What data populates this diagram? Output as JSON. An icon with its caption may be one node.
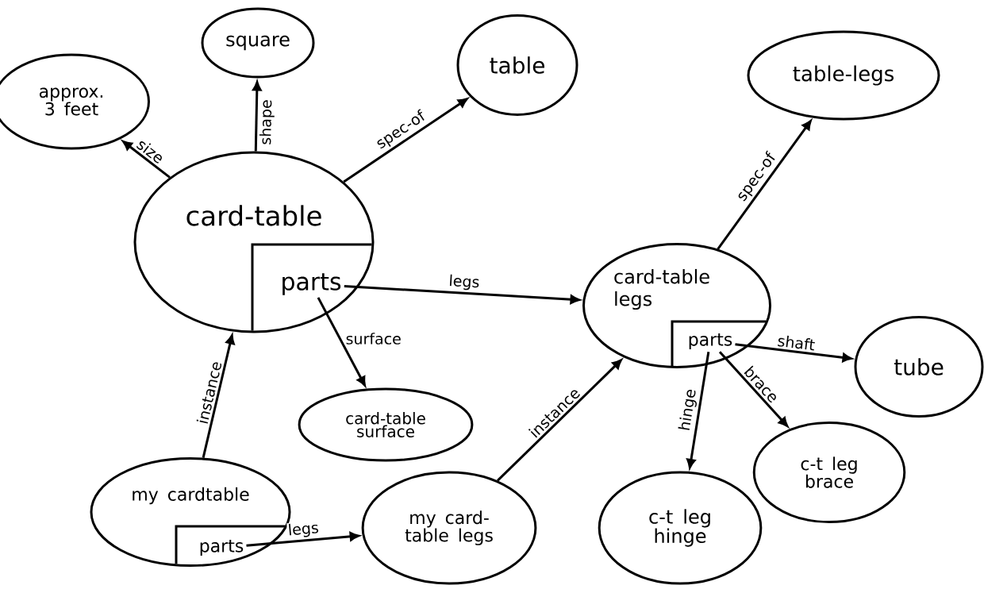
{
  "diagram": {
    "nodes": [
      {
        "text": [
          "approx. 3 feet"
        ]
      },
      {
        "text": [
          "square"
        ]
      },
      {
        "text": [
          "table"
        ]
      },
      {
        "text": [
          "table-legs"
        ]
      },
      {
        "text": [
          "card-table"
        ]
      },
      {
        "text": [
          "parts"
        ],
        "in": 4
      },
      {
        "text": [
          "card-table legs"
        ]
      },
      {
        "text": [
          "parts"
        ],
        "in": 6
      },
      {
        "text": [
          "tube"
        ]
      },
      {
        "text": [
          "card-table surface"
        ]
      },
      {
        "text": [
          "my cardtable"
        ]
      },
      {
        "text": [
          "parts"
        ],
        "in": 10
      },
      {
        "text": [
          "my card-table legs"
        ]
      },
      {
        "text": [
          "c-t leg brace"
        ]
      },
      {
        "text": [
          "c-t leg hinge"
        ]
      }
    ],
    "edges": [
      {
        "from": 4,
        "to": 0,
        "arrow": "to",
        "label": "size"
      },
      {
        "from": 4,
        "to": 1,
        "arrow": "to",
        "label": "shape"
      },
      {
        "from": 4,
        "to": 2,
        "arrow": "to",
        "label": "spec-of"
      },
      {
        "from": 6,
        "to": 3,
        "arrow": "to",
        "label": "spec-of"
      },
      {
        "from": 5,
        "to": 6,
        "arrow": "to",
        "label": "legs"
      },
      {
        "from": 5,
        "to": 9,
        "arrow": "to",
        "label": "surface"
      },
      {
        "from": 10,
        "to": 4,
        "arrow": "to",
        "label": "instance"
      },
      {
        "from": 11,
        "to": 12,
        "arrow": "to",
        "label": "legs"
      },
      {
        "from": 12,
        "to": 6,
        "arrow": "to",
        "label": "instance"
      },
      {
        "from": 7,
        "to": 8,
        "arrow": "to",
        "label": "shaft"
      },
      {
        "from": 7,
        "to": 14,
        "arrow": "to",
        "label": "hinge"
      },
      {
        "from": 7,
        "to": 13,
        "arrow": "to",
        "label": "brace"
      }
    ]
  }
}
